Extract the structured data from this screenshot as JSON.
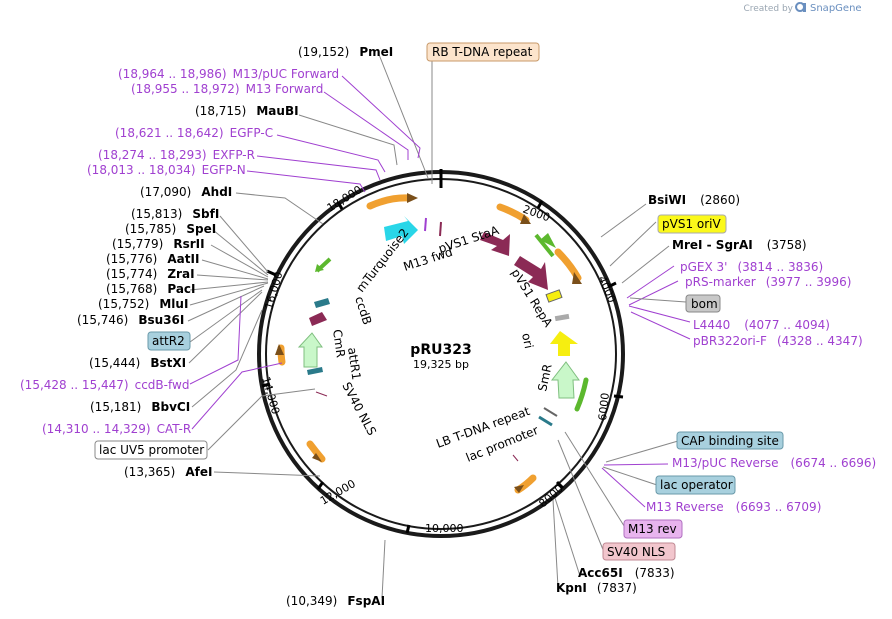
{
  "credit": {
    "prefix": "Created by",
    "brand": "SnapGene"
  },
  "map": {
    "name": "pRU323",
    "length": "19,325 bp"
  },
  "ticks": [
    "2000",
    "4000",
    "6000",
    "8000",
    "10,000",
    "12,000",
    "14,000",
    "16,000",
    "18,000"
  ],
  "enzymes": {
    "pmei": {
      "pos": "(19,152)",
      "name": "PmeI"
    },
    "maubi": {
      "pos": "(18,715)",
      "name": "MauBI"
    },
    "ahdi": {
      "pos": "(17,090)",
      "name": "AhdI"
    },
    "sbfi": {
      "pos": "(15,813)",
      "name": "SbfI"
    },
    "spei": {
      "pos": "(15,785)",
      "name": "SpeI"
    },
    "rsrii": {
      "pos": "(15,779)",
      "name": "RsrII"
    },
    "aatii": {
      "pos": "(15,776)",
      "name": "AatII"
    },
    "zrai": {
      "pos": "(15,774)",
      "name": "ZraI"
    },
    "paci": {
      "pos": "(15,768)",
      "name": "PacI"
    },
    "mlui": {
      "pos": "(15,752)",
      "name": "MluI"
    },
    "bsu36i": {
      "pos": "(15,746)",
      "name": "Bsu36I"
    },
    "bstxi": {
      "pos": "(15,444)",
      "name": "BstXI"
    },
    "bbvci": {
      "pos": "(15,181)",
      "name": "BbvCI"
    },
    "afei": {
      "pos": "(13,365)",
      "name": "AfeI"
    },
    "fspai": {
      "pos": "(10,349)",
      "name": "FspAI"
    },
    "bsiwi": {
      "pos": "(2860)",
      "name": "BsiWI"
    },
    "mrei": {
      "pos": "(3758)",
      "name": "MreI - SgrAI"
    },
    "acc65i": {
      "pos": "(7833)",
      "name": "Acc65I"
    },
    "kpni": {
      "pos": "(7837)",
      "name": "KpnI"
    }
  },
  "primers": {
    "m13puc_fwd": {
      "pos": "(18,964 .. 18,986)",
      "name": "M13/pUC Forward"
    },
    "m13_fwd": {
      "pos": "(18,955 .. 18,972)",
      "name": "M13 Forward"
    },
    "egfp_c": {
      "pos": "(18,621 .. 18,642)",
      "name": "EGFP-C"
    },
    "exfp_r": {
      "pos": "(18,274 .. 18,293)",
      "name": "EXFP-R"
    },
    "egfp_n": {
      "pos": "(18,013 .. 18,034)",
      "name": "EGFP-N"
    },
    "ccdb_fwd": {
      "pos": "(15,428 .. 15,447)",
      "name": "ccdB-fwd"
    },
    "cat_r": {
      "pos": "(14,310 .. 14,329)",
      "name": "CAT-R"
    },
    "pgex3": {
      "name": "pGEX 3'",
      "pos": "(3814 .. 3836)"
    },
    "prs_marker": {
      "name": "pRS-marker",
      "pos": "(3977 .. 3996)"
    },
    "l4440": {
      "name": "L4440",
      "pos": "(4077 .. 4094)"
    },
    "pbr322ori": {
      "name": "pBR322ori-F",
      "pos": "(4328 .. 4347)"
    },
    "m13puc_rev": {
      "name": "M13/pUC Reverse",
      "pos": "(6674 .. 6696)"
    },
    "m13_rev2": {
      "name": "M13 Reverse",
      "pos": "(6693 .. 6709)"
    }
  },
  "boxes": {
    "rb": "RB T-DNA repeat",
    "pvs1_oriv": "pVS1 oriV",
    "bom": "bom",
    "attr2": "attR2",
    "lacuv5": "lac UV5 promoter",
    "cap": "CAP binding site",
    "lacop": "lac operator",
    "m13rev": "M13 rev",
    "sv40nls": "SV40 NLS"
  },
  "inner_labels": {
    "pvs1_staa": "pVS1 StaA",
    "m13fwd": "M13 fwd",
    "mturq": "mTurquoise2",
    "pvs1_repa": "pVS1 RepA",
    "ori": "ori",
    "smr": "SmR",
    "ccdb": "ccdB",
    "cmr": "CmR",
    "attr1": "attR1",
    "sv40nls": "SV40 NLS",
    "lb": "LB T-DNA repeat",
    "lacprom": "lac promoter"
  },
  "colors": {
    "backbone": "#1a1a1a",
    "primer": "#a040d0",
    "orange_arrow": "#f0a030",
    "green_arrow": "#5cb82e",
    "cyan_feature": "#29d6e8",
    "maroon_feature": "#8b2a55",
    "yellow_feature": "#f6ee10",
    "rb_box": "#fce4cc",
    "oriv_box": "#fbf91a",
    "bom_box": "#c8c8c8",
    "attr_box": "#a8d0de",
    "m13rev_box": "#e8b4ee",
    "sv40_box": "#f2c6cd"
  }
}
